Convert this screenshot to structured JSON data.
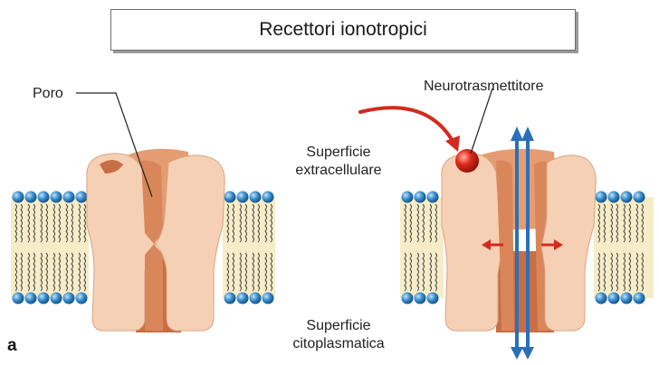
{
  "title": "Recettori ionotropici",
  "labels": {
    "pore": "Poro",
    "neurotransmitter": "Neurotrasmettitore",
    "extracellular_line1": "Superficie",
    "extracellular_line2": "extracellulare",
    "cytoplasmic_line1": "Superficie",
    "cytoplasmic_line2": "citoplasmatica",
    "panel": "a"
  },
  "colors": {
    "membrane_band": "#f6ecc8",
    "lipid_head": "#2f86c8",
    "lipid_tail": "#3a3a3a",
    "receptor_light": "#f6d0b4",
    "receptor_mid": "#e59c72",
    "receptor_dark": "#c86e45",
    "ion_arrow": "#2a70b8",
    "red_arrow": "#d32a1e",
    "ligand": "#e0281c"
  },
  "receptors": [
    {
      "name": "closed-receptor",
      "state": "closed"
    },
    {
      "name": "open-receptor",
      "state": "open"
    }
  ]
}
